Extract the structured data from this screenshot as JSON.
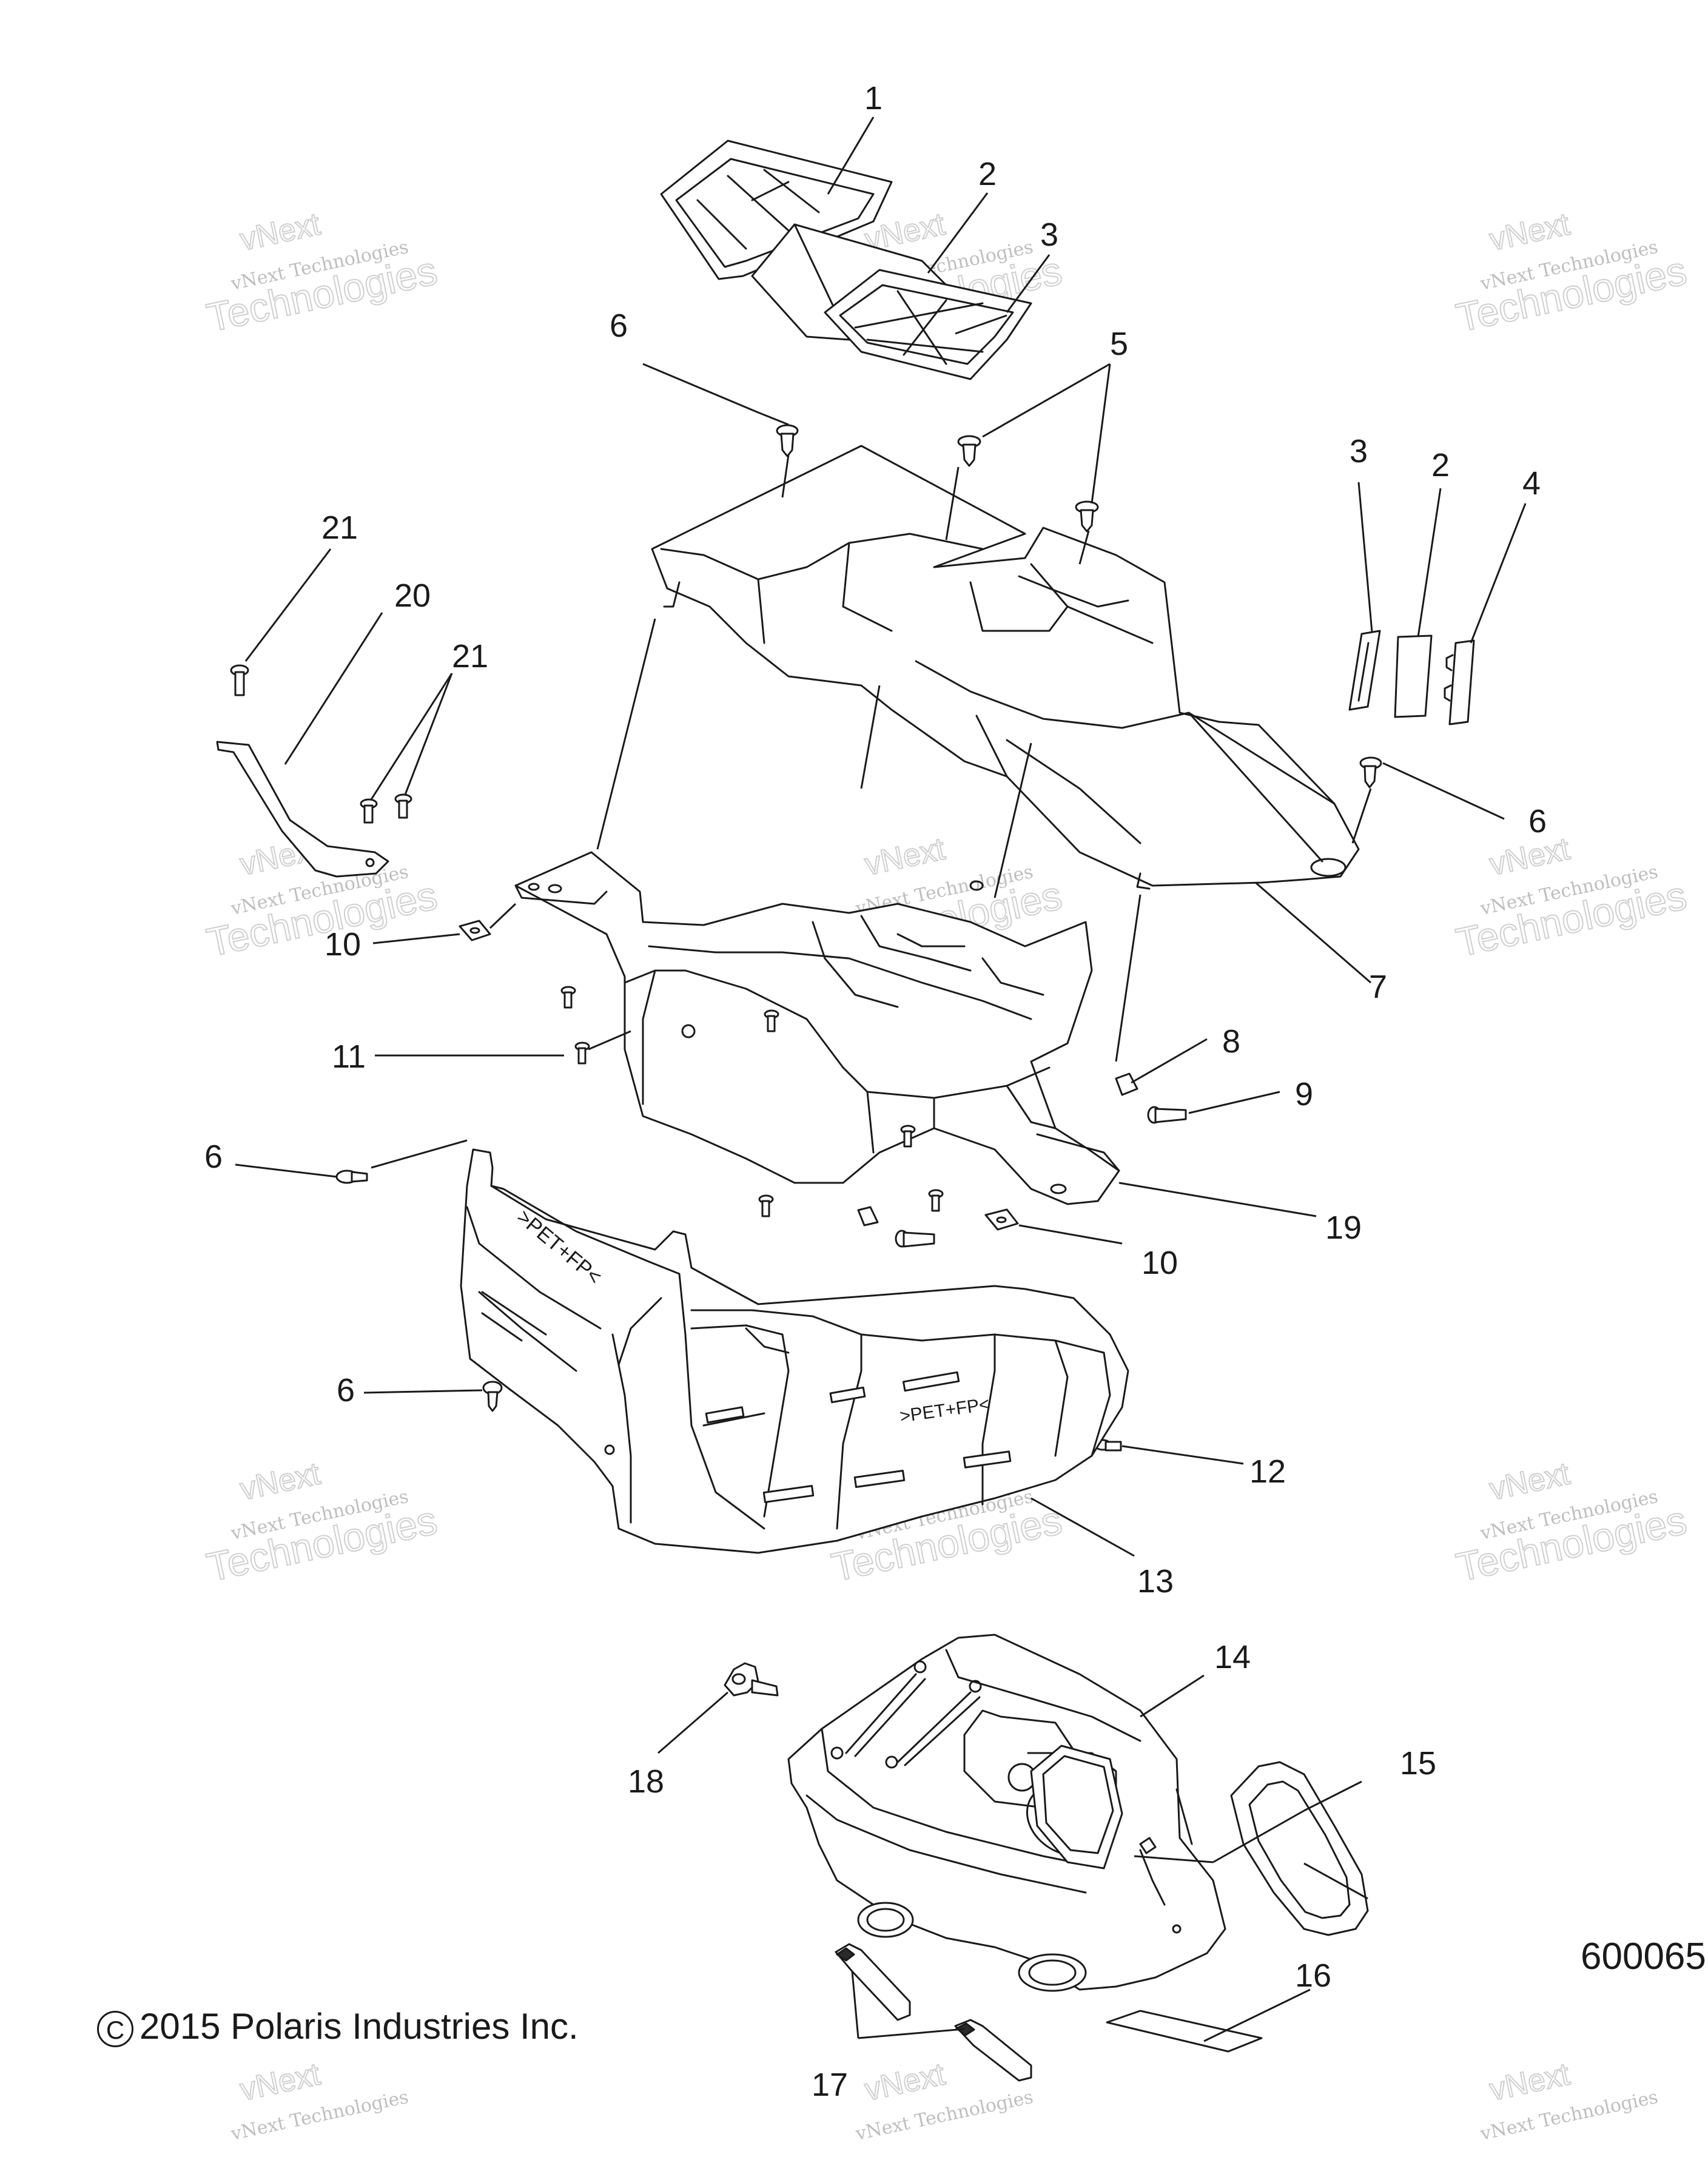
{
  "callouts": [
    {
      "id": "c1",
      "label": "1"
    },
    {
      "id": "c2a",
      "label": "2"
    },
    {
      "id": "c3a",
      "label": "3"
    },
    {
      "id": "c6a",
      "label": "6"
    },
    {
      "id": "c5",
      "label": "5"
    },
    {
      "id": "c3b",
      "label": "3"
    },
    {
      "id": "c2b",
      "label": "2"
    },
    {
      "id": "c4",
      "label": "4"
    },
    {
      "id": "c21a",
      "label": "21"
    },
    {
      "id": "c20",
      "label": "20"
    },
    {
      "id": "c21b",
      "label": "21"
    },
    {
      "id": "c6b",
      "label": "6"
    },
    {
      "id": "c10a",
      "label": "10"
    },
    {
      "id": "c7",
      "label": "7"
    },
    {
      "id": "c11",
      "label": "11"
    },
    {
      "id": "c8",
      "label": "8"
    },
    {
      "id": "c9",
      "label": "9"
    },
    {
      "id": "c6c",
      "label": "6"
    },
    {
      "id": "c19",
      "label": "19"
    },
    {
      "id": "c10b",
      "label": "10"
    },
    {
      "id": "c6d",
      "label": "6"
    },
    {
      "id": "c12",
      "label": "12"
    },
    {
      "id": "c13",
      "label": "13"
    },
    {
      "id": "c14",
      "label": "14"
    },
    {
      "id": "c18",
      "label": "18"
    },
    {
      "id": "c15",
      "label": "15"
    },
    {
      "id": "c16",
      "label": "16"
    },
    {
      "id": "c17",
      "label": "17"
    }
  ],
  "watermark": {
    "line1": "vNext Technologies",
    "line2": "Technologies",
    "line3": "vNext"
  },
  "part_markings": {
    "duct_mark": ">PET+FP<"
  },
  "footer": {
    "copyright_symbol": "C",
    "copyright": "2015 Polaris Industries Inc.",
    "figure_id": "600065"
  }
}
